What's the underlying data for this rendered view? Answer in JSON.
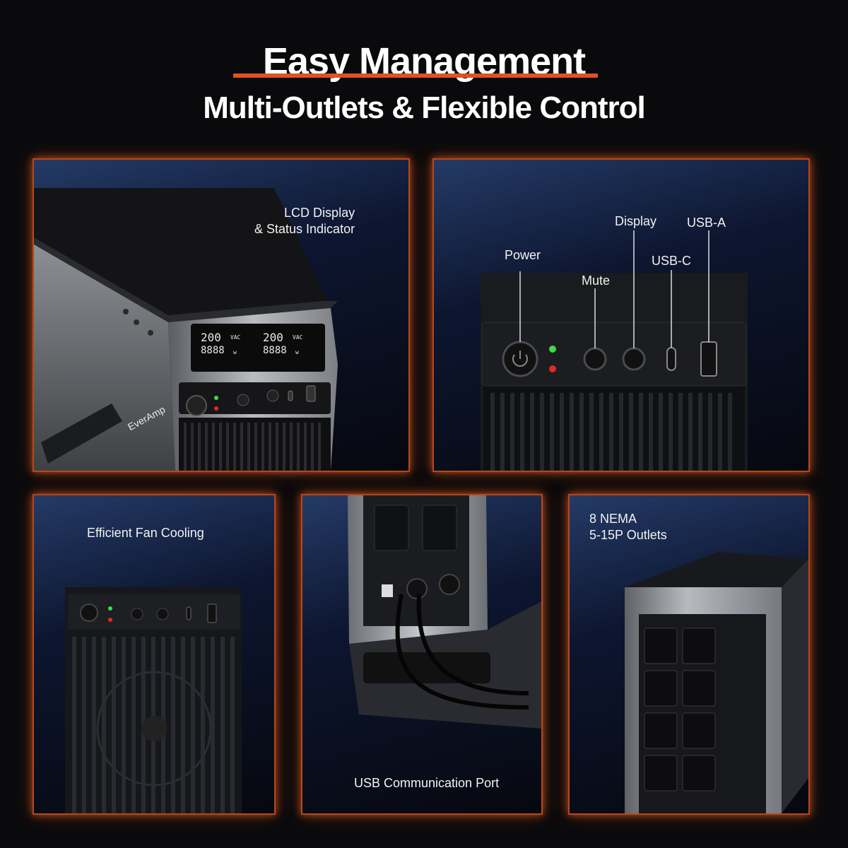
{
  "header": {
    "title": "Easy Management",
    "subtitle": "Multi-Outlets &  Flexible Control"
  },
  "panels": {
    "lcd": {
      "label_line1": "LCD Display",
      "label_line2": "& Status Indicator",
      "lcd_left_top": "200",
      "lcd_left_unit": "VAC",
      "lcd_left_bottom": "8888",
      "lcd_left_watt": "w",
      "lcd_right_top": "200",
      "lcd_right_unit": "VAC",
      "lcd_right_bottom": "8888",
      "lcd_right_watt": "w",
      "brand": "EverAmp"
    },
    "controls": {
      "power": "Power",
      "mute": "Mute",
      "display": "Display",
      "usb_c": "USB-C",
      "usb_a": "USB-A"
    },
    "fan": {
      "label": "Efficient Fan  Cooling"
    },
    "usb_port": {
      "label": "USB Communication Port"
    },
    "outlets": {
      "label_line1": "8 NEMA",
      "label_line2": "5-15P Outlets",
      "outlet_count": 8
    }
  },
  "colors": {
    "accent": "#e0521f",
    "panel_glow": "#b2481e",
    "status_green": "#3ddc4a",
    "status_red": "#e02a2a"
  }
}
